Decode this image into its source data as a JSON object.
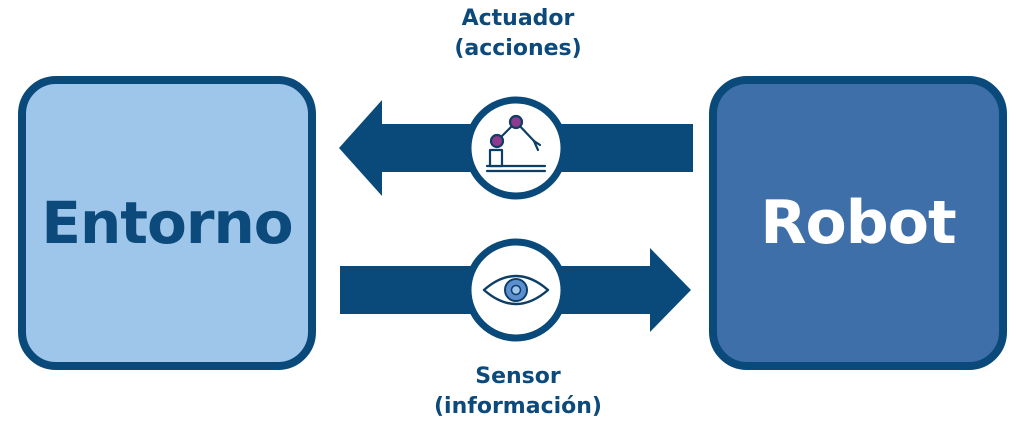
{
  "environment": {
    "label": "Entorno"
  },
  "robot": {
    "label": "Robot"
  },
  "actuator": {
    "title": "Actuador",
    "subtitle": "(acciones)",
    "icon": "robot-arm-icon"
  },
  "sensor": {
    "title": "Sensor",
    "subtitle": "(información)",
    "icon": "eye-icon"
  },
  "colors": {
    "dark_blue": "#0a4a7a",
    "light_blue": "#9ec6eb",
    "mid_blue": "#3f6fa9",
    "accent_purple": "#8e3a8e",
    "icon_blue": "#5b8fd0"
  }
}
